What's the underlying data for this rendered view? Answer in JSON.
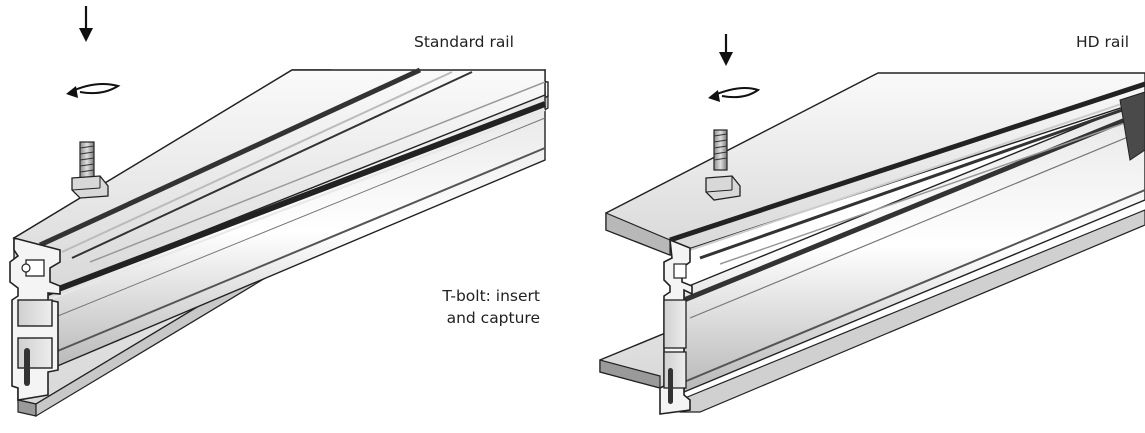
{
  "labels": {
    "standard_rail": "Standard rail",
    "hd_rail": "HD rail",
    "tbolt_line1": "T-bolt: insert",
    "tbolt_line2": "and capture"
  },
  "icons": [
    "down-arrow-icon",
    "rotate-arrow-icon",
    "t-bolt-icon"
  ],
  "colors": {
    "outline": "#222222",
    "metal_light": "#f2f2f2",
    "metal_mid": "#cfcfcf",
    "metal_dark": "#8a8a8a",
    "groove": "#3a3a3a"
  }
}
